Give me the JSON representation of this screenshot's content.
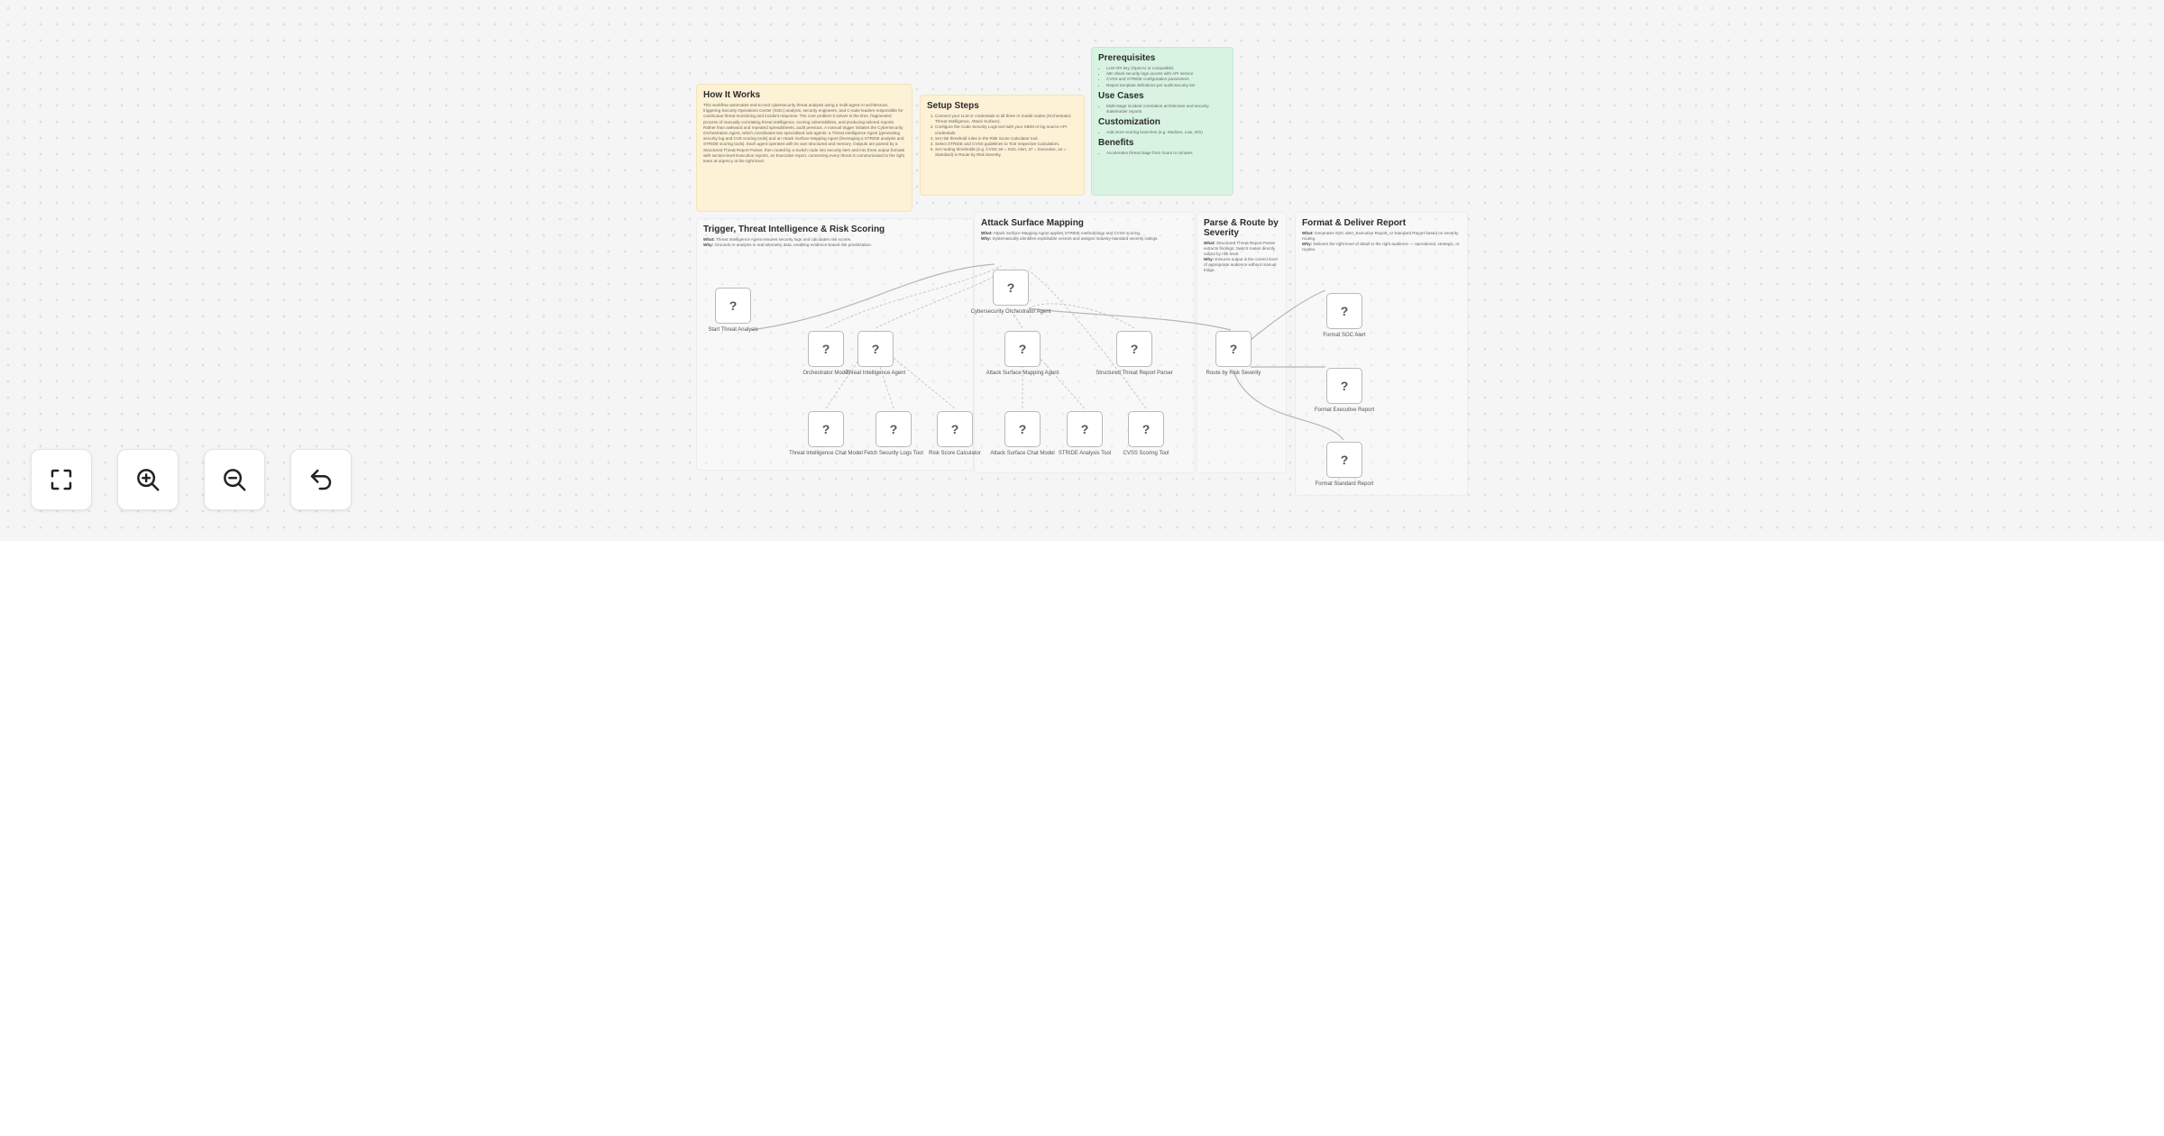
{
  "notes": {
    "how_it_works": {
      "title": "How It Works",
      "body": "This workflow automates end-to-end cybersecurity threat analysis using a multi-agent AI architecture, triggering Security Operations Center (SOC) analysis, security engineers, and C-suite leaders responsible for continuous threat monitoring and incident response. The core problem it solves is the time, fragmented process of manually correlating threat intelligence, scoring vulnerabilities, and producing tailored reports. Rather than awkward and repeated spreadsheets, audit previous. A manual trigger initiates the Cybersecurity Orchestration Agent, which coordinates two specialised sub-agents: a Threat Intelligence Agent (generating security log and CVE scoring tools) and an Attack Surface Mapping Agent (leveraging a STRIDE analysis and STRIDE scoring tools). Each agent operates with its own structured and memory. Outputs are parsed by a Structured Threat Report Parser, then routed by a Switch node into security tiers and into three output formats with section-level Executive reports, an Executive report, connecting every threat is communicated to the right team at urgency at the right level."
    },
    "setup_steps": {
      "title": "Setup Steps",
      "items": [
        "Connect your LLM or credentials to all three AI model nodes (Orchestrator, Threat Intelligence, Attack Surface).",
        "Configure the Code Security Logs tool with your SIEM or log source API credentials.",
        "Set risk threshold rules in the Risk Score Calculator tool.",
        "Select STRIDE and CVSS guidelines to Tool respective Calculators.",
        "Set routing thresholds (e.g. CVSS ≥9 = SOC Alert, ≥7 = Executive, ≥4 = Standard) in Route by Risk Severity."
      ]
    },
    "prerequisites": {
      "title": "Prerequisites",
      "items": [
        "LLM API key (OpenAI or compatible)",
        "n8n Slack security logs access with API service",
        "CVSS and STRIDE configuration parameters",
        "Report template definitions per audit security tier"
      ]
    },
    "use_cases": {
      "title": "Use Cases",
      "items": [
        "Multi-stage incident correlation architecture and security stakeholder reports"
      ]
    },
    "customization": {
      "title": "Customization",
      "items": [
        "Add more scoring branches (e.g. Medium, Low, Info)"
      ]
    },
    "benefits": {
      "title": "Benefits",
      "items": [
        "Accelerates threat triage from hours to minutes"
      ]
    }
  },
  "groups": {
    "trigger": {
      "title": "Trigger, Threat Intelligence & Risk Scoring",
      "what_label": "What:",
      "what": "Threat Intelligence Agent ensures security logs and calculates risk scores.",
      "why_label": "Why:",
      "why": "Grounds AI analysis in real telemetry data, enabling evidence-based risk prioritization."
    },
    "attack_surface": {
      "title": "Attack Surface Mapping",
      "what_label": "What:",
      "what": "Attack Surface Mapping Agent applies STRIDE methodology and CVSS scoring.",
      "why_label": "Why:",
      "why": "Systematically identifies exploitable vectors and assigns industry-standard severity ratings."
    },
    "parse_route": {
      "title": "Parse & Route by Severity",
      "what_label": "What:",
      "what": "Structured Threat Report Parser extracts findings; Switch routes directly output by risk level.",
      "why_label": "Why:",
      "why": "Ensures output is the correct level of appropriate audience without manual triage."
    },
    "format_deliver": {
      "title": "Format & Deliver Report",
      "what_label": "What:",
      "what": "Generates SOC alert, Executive Report, or Standard Report based on severity routing.",
      "why_label": "Why:",
      "why": "Delivers the right level of detail to the right audience — operational, strategic, or routine."
    }
  },
  "nodes": [
    {
      "id": "start",
      "icon": "?",
      "label": "Start Threat Analysis"
    },
    {
      "id": "orchestrator",
      "icon": "?",
      "label": "Cybersecurity Orchestrator Agent"
    },
    {
      "id": "orchestrator-model",
      "icon": "?",
      "label": "Orchestrator Model"
    },
    {
      "id": "threat-intel-agent",
      "icon": "?",
      "label": "Threat Intelligence Agent"
    },
    {
      "id": "attack-surface-agent",
      "icon": "?",
      "label": "Attack Surface Mapping Agent"
    },
    {
      "id": "threat-report-parser",
      "icon": "?",
      "label": "Structured Threat Report Parser"
    },
    {
      "id": "route-severity",
      "icon": "?",
      "label": "Route by Risk Severity"
    },
    {
      "id": "threat-intel-model",
      "icon": "?",
      "label": "Threat Intelligence Chat Model"
    },
    {
      "id": "fetch-logs",
      "icon": "?",
      "label": "Fetch Security Logs Tool"
    },
    {
      "id": "risk-score",
      "icon": "?",
      "label": "Risk Score Calculator"
    },
    {
      "id": "attack-surface-model",
      "icon": "?",
      "label": "Attack Surface Chat Model"
    },
    {
      "id": "stride-tool",
      "icon": "?",
      "label": "STRIDE Analysis Tool"
    },
    {
      "id": "cvss-tool",
      "icon": "?",
      "label": "CVSS Scoring Tool"
    },
    {
      "id": "format-soc",
      "icon": "?",
      "label": "Format SOC Alert"
    },
    {
      "id": "format-exec",
      "icon": "?",
      "label": "Format Executive Report"
    },
    {
      "id": "format-standard",
      "icon": "?",
      "label": "Format Standard Report"
    }
  ],
  "controls": {
    "fit_view": "fit-view",
    "zoom_in": "zoom-in",
    "zoom_out": "zoom-out",
    "undo": "undo"
  }
}
